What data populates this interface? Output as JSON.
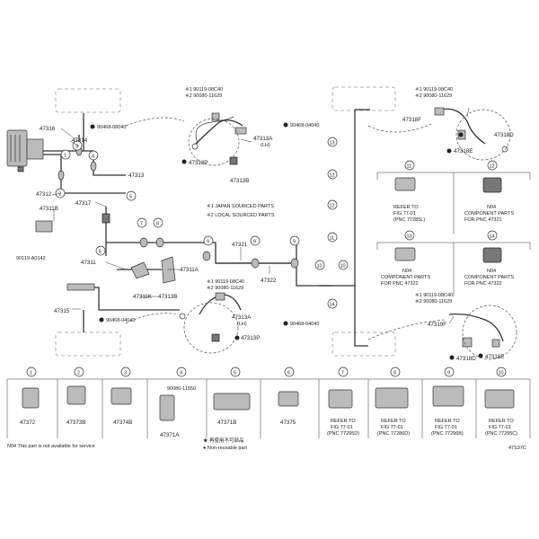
{
  "labels": {
    "p47316": "47316",
    "p47314": "47314",
    "p47313": "47313",
    "p47312": "47312",
    "p47317": "47317",
    "p47311b": "47311B",
    "p47311": "47311",
    "p47311a": "47311A",
    "p47311k": "47311K",
    "p47313b": "47313B",
    "p47315": "47315",
    "p47321": "47321",
    "p47322": "47322",
    "p90119_a0142": "90119-A0142",
    "bolt_a": "90468-08040",
    "bolt_b": "90468-04040",
    "bolt_c": "90468-04040",
    "bolt_d": "90468-04040",
    "ref_tl_1": "※1 90119-08C40",
    "ref_tl_2": "※2 90080-11629",
    "p47313a_top": "47313A",
    "p47313a_top_sub": "(LH)",
    "p47313p_top": "47313P",
    "p47313b_top": "47313B",
    "note1": "※1 JAPAN SOURCED PARTS",
    "note2": "※2 LOCAL SOURCED PARTS",
    "ref_ml_1": "※1 90119-08C40",
    "ref_ml_2": "※2 90080-11629",
    "p47313a_mid": "47313A",
    "p47313a_mid_sub": "(LH)",
    "p47313p_mid": "47313P",
    "ref_tr_1": "※1 90119-08C40",
    "ref_tr_2": "※2 90080-11629",
    "p47318f": "47318F",
    "p47318d_top": "47318D",
    "p47318e_top": "47318E",
    "ref_mr_1": "※1 90119-08C40",
    "ref_mr_2": "※2 90080-11629",
    "p47319f": "47319F",
    "p47318d_mid": "47318D",
    "p47318e_mid": "47318E",
    "c11_ref1": "REFER TO",
    "c11_ref2": "FIG 77-01",
    "c11_ref3": "(PNC 77285L)",
    "c12_n1": "N04",
    "c12_n2": "COMPONENT PARTS",
    "c12_n3": "FOR PNC 47321",
    "c13_n1": "N04",
    "c13_n2": "COMPONENT PARTS",
    "c13_n3": "FOR PNC 47322",
    "c14_n1": "N04",
    "c14_n2": "COMPONENT PARTS",
    "c14_n3": "FOR PNC 47322",
    "b1": "47372",
    "b2": "47373B",
    "b3": "47374B",
    "b4_ref": "90080-11550",
    "b4": "47371A",
    "b5": "47371B",
    "b6": "47375",
    "b7_1": "REFER TO",
    "b7_2": "FIG 77-01",
    "b7_3": "(PNC 77295D)",
    "b8_1": "REFER TO",
    "b8_2": "FIG 77-01",
    "b8_3": "(PNC 77286D)",
    "b9_1": "REFER TO",
    "b9_2": "FIG 77-01",
    "b9_3": "(PNC 77296B)",
    "b10_1": "REFER TO",
    "b10_2": "FIG 77-01",
    "b10_3": "(PNC 77295C)",
    "legend1": "★ 再使用不可部品",
    "legend2": "● Non-reusable part",
    "footnote": "N04 This part is not available for service",
    "fig_no": "47S37C"
  },
  "callouts": [
    "1",
    "2",
    "3",
    "4",
    "5",
    "6",
    "7",
    "8",
    "9",
    "10",
    "11",
    "12",
    "13",
    "14"
  ],
  "bottom_numbers": [
    "1",
    "2",
    "3",
    "4",
    "5",
    "6",
    "7",
    "8",
    "9",
    "10"
  ],
  "mid_numbers": [
    "11",
    "12",
    "13",
    "14"
  ]
}
